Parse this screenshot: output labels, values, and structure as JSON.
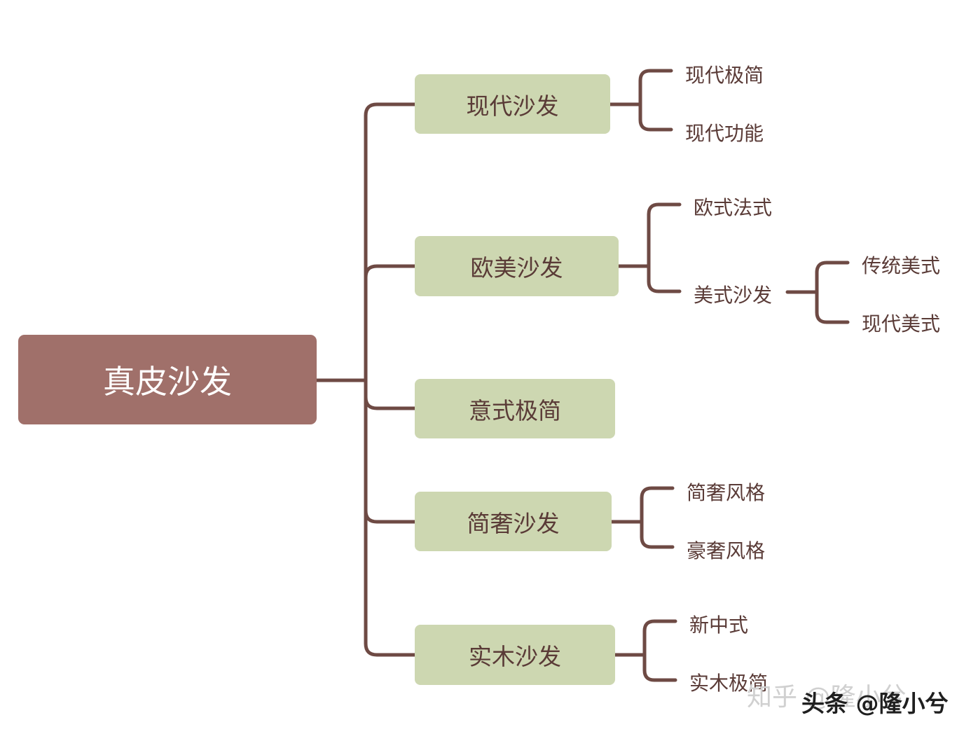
{
  "colors": {
    "root_fill": "#a0706a",
    "branch_fill": "#cdd7b1",
    "line": "#6e4a44",
    "text_dark": "#5a3b37",
    "text_light": "#ffffff"
  },
  "root": {
    "label": "真皮沙发"
  },
  "branches": [
    {
      "label": "现代沙发",
      "children": [
        "现代极简",
        "现代功能"
      ]
    },
    {
      "label": "欧美沙发",
      "children": [
        "欧式法式",
        "美式沙发"
      ],
      "grandchildren": [
        "传统美式",
        "现代美式"
      ]
    },
    {
      "label": "意式极简",
      "children": []
    },
    {
      "label": "简奢沙发",
      "children": [
        "简奢风格",
        "豪奢风格"
      ]
    },
    {
      "label": "实木沙发",
      "children": [
        "新中式",
        "实木极简"
      ]
    }
  ],
  "watermark": {
    "zhihu": "知乎 @隆小兮",
    "toutiao": "头条 @隆小兮"
  }
}
